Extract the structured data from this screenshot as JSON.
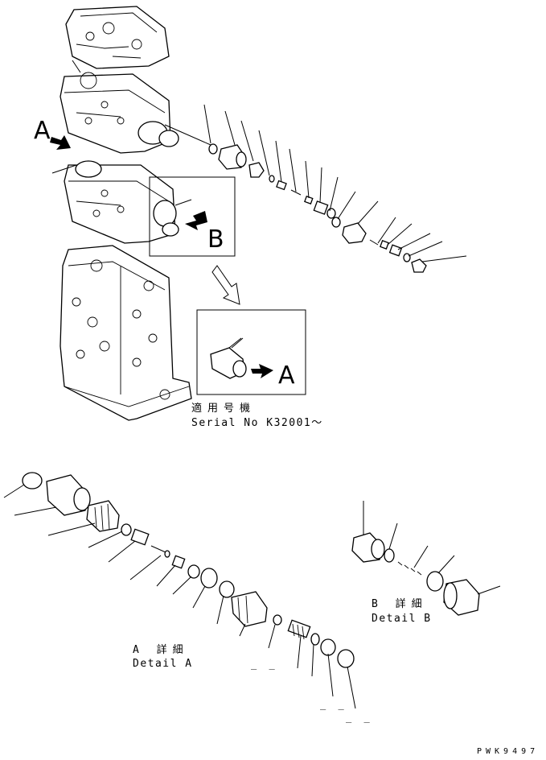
{
  "callouts": {
    "view_a": "A",
    "view_b": "B",
    "inset_a": "A"
  },
  "applicability": {
    "japanese": "適用号機",
    "serial": "Serial No K32001～"
  },
  "detail_a": {
    "japanese": "A 詳細",
    "english": "Detail A"
  },
  "detail_b": {
    "japanese": "B 詳細",
    "english": "Detail B"
  },
  "dashes": [
    "_ _",
    "_ _",
    "_ _"
  ],
  "drawing_code": "PWK9497"
}
